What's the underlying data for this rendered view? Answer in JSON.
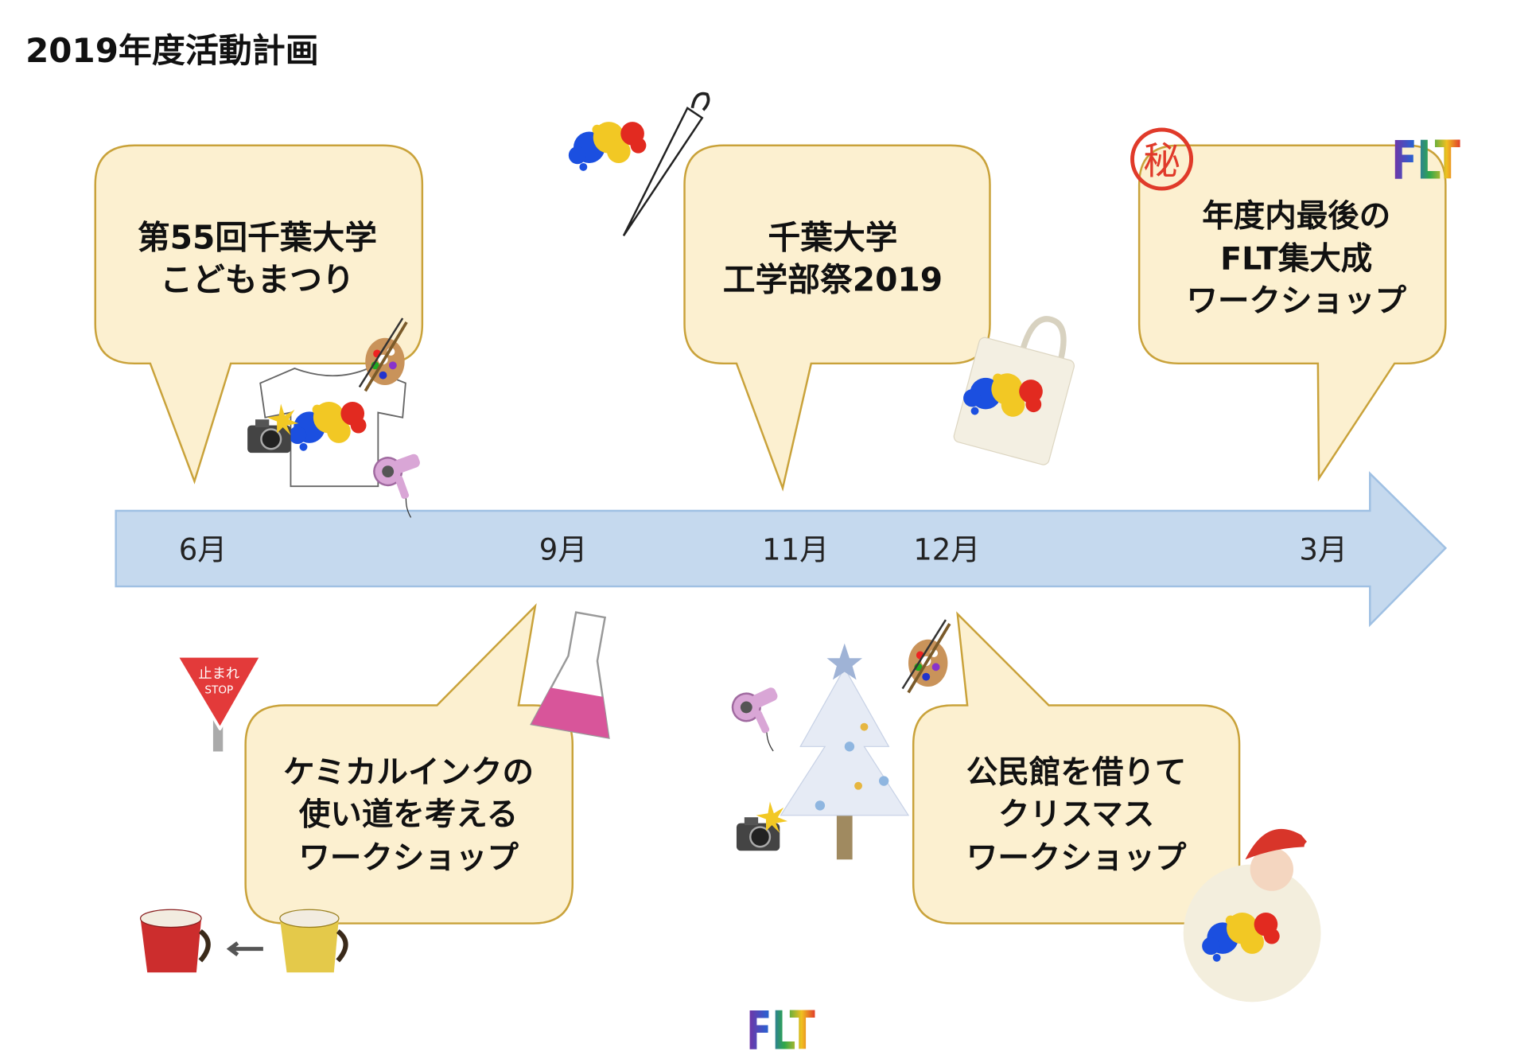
{
  "title": "2019年度活動計画",
  "timeline": {
    "months": [
      "6月",
      "9月",
      "11月",
      "12月",
      "3月"
    ],
    "colors": {
      "arrow_fill": "#c5d9ee",
      "arrow_stroke": "#9fc0e3",
      "bubble_fill": "#fcf0d0",
      "bubble_stroke": "#c9a23a"
    }
  },
  "events": [
    {
      "month": "6月",
      "lines": [
        "第55回千葉大学",
        "こどもまつり"
      ]
    },
    {
      "month": "11月",
      "lines": [
        "千葉大学",
        "工学部祭2019"
      ]
    },
    {
      "month": "3月",
      "lines": [
        "年度内最後の",
        "FLT集大成",
        "ワークショップ"
      ]
    },
    {
      "month": "9月",
      "lines": [
        "ケミカルインクの",
        "使い道を考える",
        "ワークショップ"
      ]
    },
    {
      "month": "12月",
      "lines": [
        "公民館を借りて",
        "クリスマス",
        "ワークショップ"
      ]
    }
  ],
  "decor": {
    "secret_stamp": "秘",
    "stop_sign": [
      "止まれ",
      "STOP"
    ],
    "logo": "FLT"
  }
}
